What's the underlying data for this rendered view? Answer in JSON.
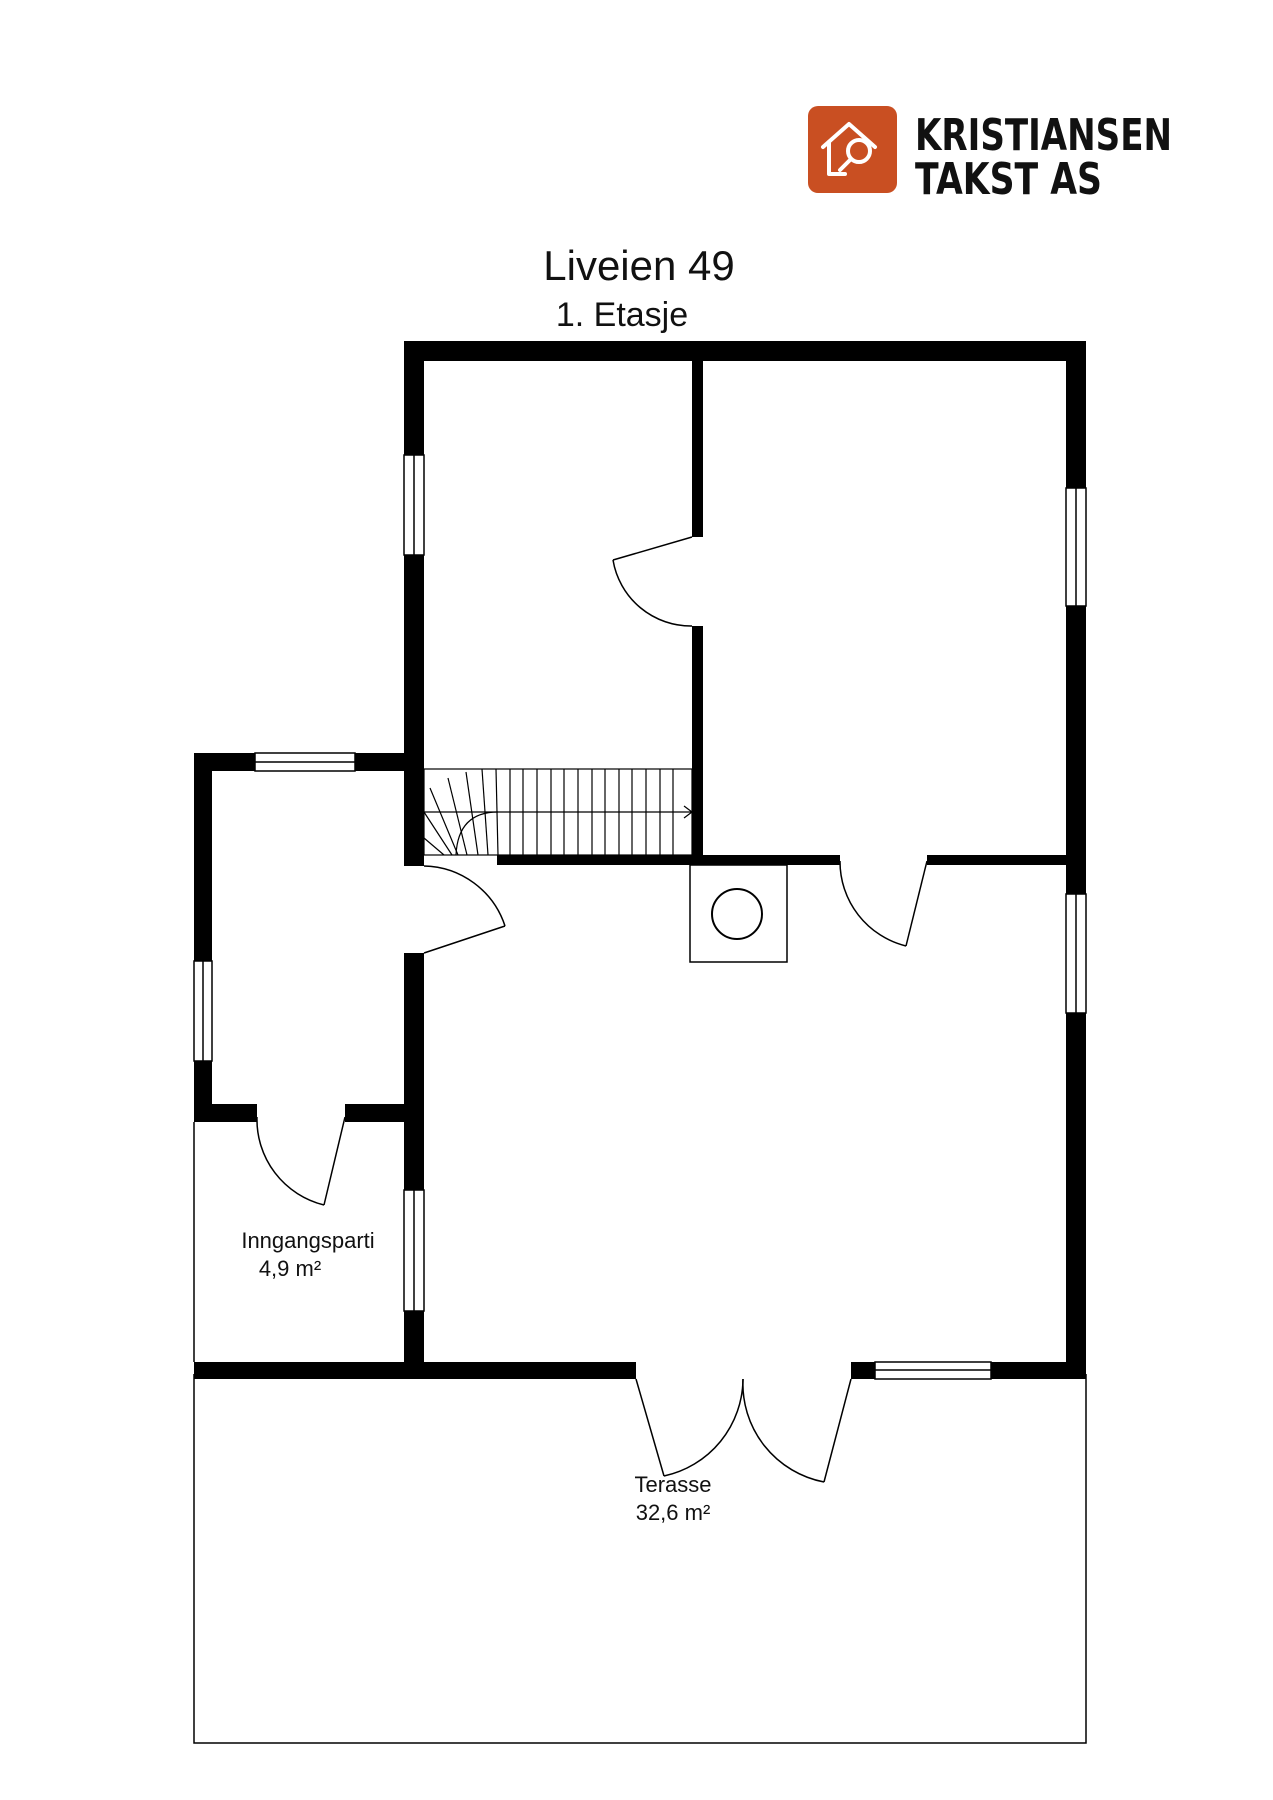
{
  "logo": {
    "line1": "KRISTIANSEN",
    "line2": "TAKST AS",
    "color": "#c94f22",
    "icon": "house-magnifier-icon"
  },
  "plan": {
    "title": "Liveien 49",
    "floor": "1. Etasje"
  },
  "rooms": [
    {
      "name": "Inngangsparti",
      "area": "4,9 m²"
    },
    {
      "name": "Terasse",
      "area": "32,6 m²"
    }
  ],
  "colors": {
    "wall": "#000000",
    "line": "#000000",
    "background": "#ffffff"
  }
}
